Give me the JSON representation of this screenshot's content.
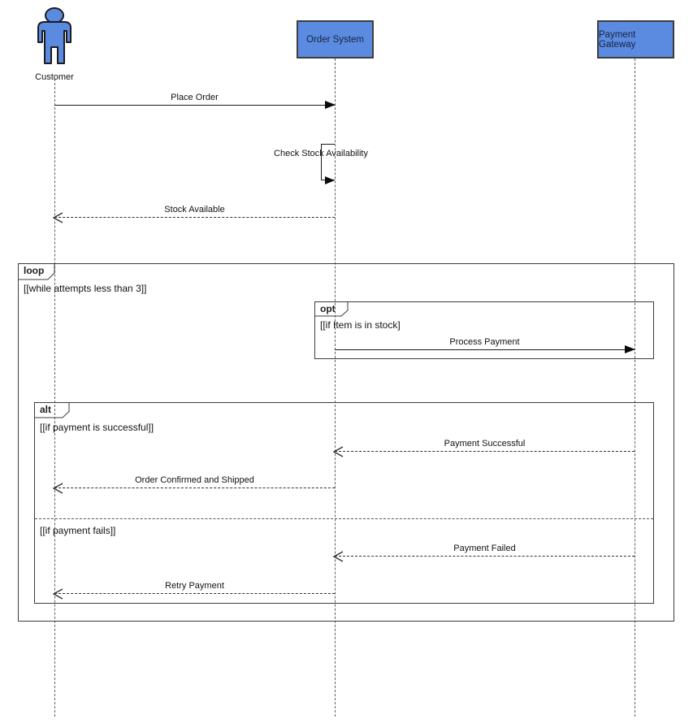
{
  "diagram_type": "uml-sequence",
  "participants": [
    {
      "name": "Customer",
      "kind": "actor"
    },
    {
      "name": "Order System",
      "kind": "participant"
    },
    {
      "name": "Payment Gateway",
      "kind": "participant"
    }
  ],
  "messages": [
    {
      "label": "Place Order",
      "from": "Customer",
      "to": "Order System",
      "line": "solid",
      "arrow": "filled"
    },
    {
      "label": "Check Stock Availability",
      "from": "Order System",
      "to": "Order System",
      "line": "solid",
      "arrow": "filled-self"
    },
    {
      "label": "Stock Available",
      "from": "Order System",
      "to": "Customer",
      "line": "dashed",
      "arrow": "open"
    },
    {
      "label": "Process Payment",
      "from": "Order System",
      "to": "Payment Gateway",
      "line": "solid",
      "arrow": "filled"
    },
    {
      "label": "Payment Successful",
      "from": "Payment Gateway",
      "to": "Order System",
      "line": "dashed",
      "arrow": "open"
    },
    {
      "label": "Order Confirmed and Shipped",
      "from": "Order System",
      "to": "Customer",
      "line": "dashed",
      "arrow": "open"
    },
    {
      "label": "Payment Failed",
      "from": "Payment Gateway",
      "to": "Order System",
      "line": "dashed",
      "arrow": "open"
    },
    {
      "label": "Retry Payment",
      "from": "Order System",
      "to": "Customer",
      "line": "dashed",
      "arrow": "open"
    }
  ],
  "fragments": {
    "loop": {
      "operator": "loop",
      "guard": "[[while attempts less than 3]]"
    },
    "opt": {
      "operator": "opt",
      "guard": "[[if Item is in stock]"
    },
    "alt": {
      "operator": "alt",
      "guard_success": "[[if payment is successful]]",
      "guard_fail": "[[if payment fails]]"
    }
  },
  "colors": {
    "participant_fill": "#5B8BE0",
    "participant_border": "#3D3D3D",
    "message_line": "#1A1A1A",
    "fragment_border": "#3C3C3C",
    "background": "#FFFFFF"
  }
}
